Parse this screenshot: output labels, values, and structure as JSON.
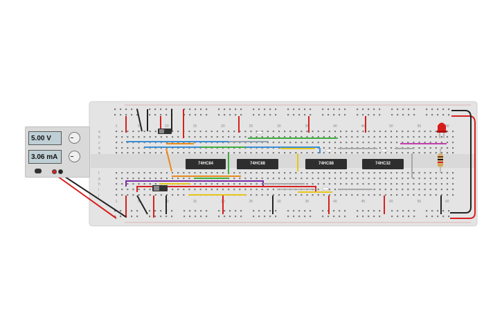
{
  "power_supply": {
    "voltage": "5.00 V",
    "current": "3.06 mA",
    "knob_voltage_icon": "voltage-knob",
    "knob_current_icon": "current-knob"
  },
  "chips": [
    {
      "label": "74HC84"
    },
    {
      "label": "74HC88"
    },
    {
      "label": "74HC88"
    },
    {
      "label": "74HC32"
    }
  ],
  "board": {
    "column_numbers": [
      "1",
      "5",
      "10",
      "15",
      "20",
      "25",
      "30",
      "35",
      "40",
      "45",
      "50",
      "55",
      "60"
    ],
    "row_letters_top": [
      "a",
      "b",
      "c",
      "d",
      "e"
    ],
    "row_letters_bottom": [
      "f",
      "g",
      "h",
      "i",
      "j"
    ]
  },
  "colors": {
    "board": "#e4e4e4",
    "red_wire": "#d62020",
    "black_wire": "#222222",
    "green_wire": "#3fae3f",
    "blue_wire": "#3a8fd6",
    "orange_wire": "#e8891a",
    "yellow_wire": "#e6c619",
    "purple_wire": "#7b2aa8",
    "gray_wire": "#a8a8a8",
    "magenta_wire": "#c040b0",
    "led": "#d81c1c"
  },
  "components": {
    "led_icon": "red-led-icon",
    "resistor_icon": "resistor-icon",
    "switch_icon": "slide-switch-icon"
  }
}
